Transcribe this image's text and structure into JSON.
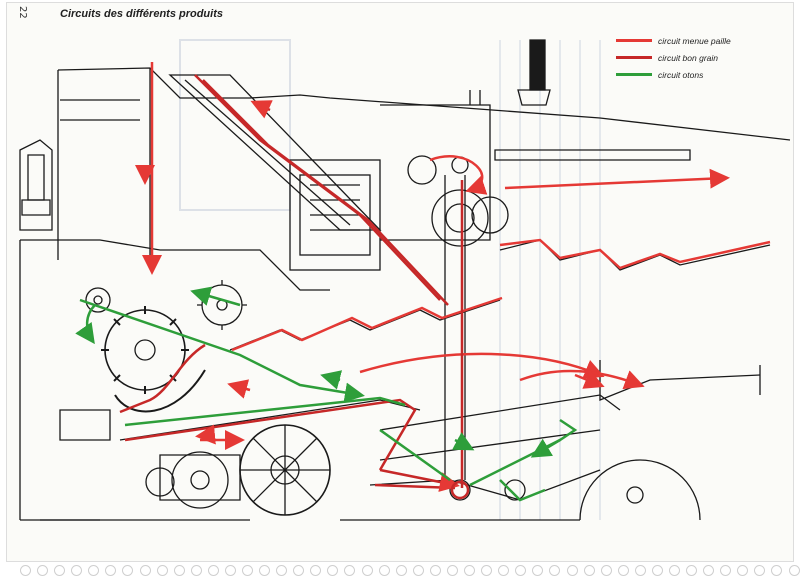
{
  "page": {
    "number": "22",
    "title": "Circuits des différents produits"
  },
  "legend": [
    {
      "label": "circuit menue paille",
      "color": "#e53935"
    },
    {
      "label": "circuit bon grain",
      "color": "#c62828"
    },
    {
      "label": "circuit otons",
      "color": "#2e9e3a"
    }
  ],
  "colors": {
    "line": "#1a1a1a",
    "paper": "#fbfbf8",
    "chaff": "#e53935",
    "grain": "#c62828",
    "tailings": "#2e9e3a"
  }
}
